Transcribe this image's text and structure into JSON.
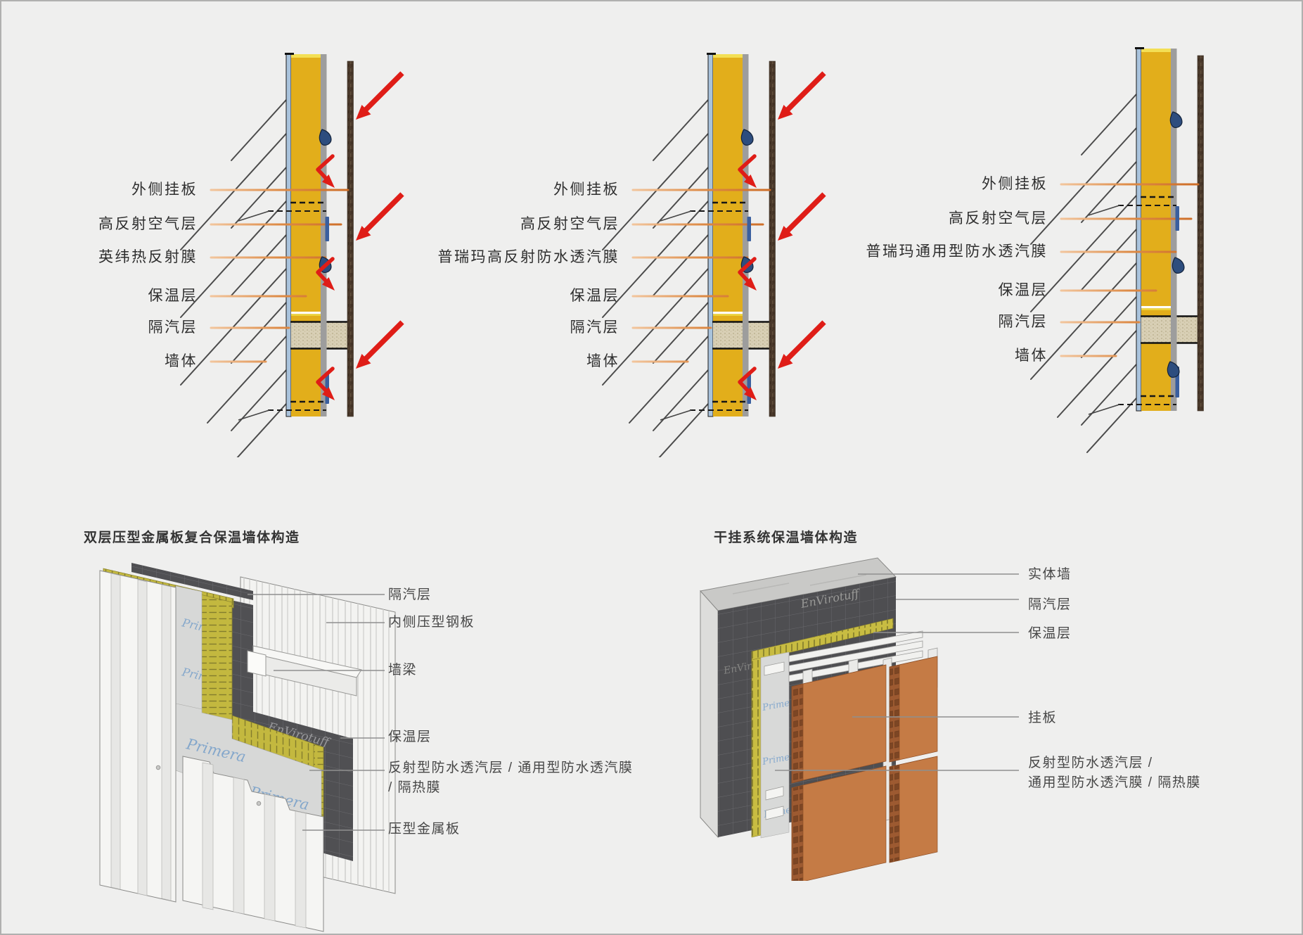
{
  "top_diagrams": [
    {
      "labels": [
        "外侧挂板",
        "高反射空气层",
        "英纬热反射膜",
        "保温层",
        "隔汽层",
        "墙体"
      ]
    },
    {
      "labels": [
        "外侧挂板",
        "高反射空气层",
        "普瑞玛高反射防水透汽膜",
        "保温层",
        "隔汽层",
        "墙体"
      ]
    },
    {
      "labels": [
        "外侧挂板",
        "高反射空气层",
        "普瑞玛通用型防水透汽膜",
        "保温层",
        "隔汽层",
        "墙体"
      ]
    }
  ],
  "bottom_left": {
    "title": "双层压型金属板复合保温墙体构造",
    "labels": {
      "vapor": "隔汽层",
      "inner_panel": "内侧压型钢板",
      "beam": "墙梁",
      "insulation": "保温层",
      "membrane_line1": "反射型防水透汽层 / 通用型防水透汽膜",
      "membrane_line2": "/ 隔热膜",
      "metal_panel": "压型金属板"
    },
    "watermarks": {
      "membrane_brand": "Primera",
      "barrier_brand": "EnVirotuff"
    }
  },
  "bottom_right": {
    "title": "干挂系统保温墙体构造",
    "labels": {
      "solid_wall": "实体墙",
      "vapor": "隔汽层",
      "insulation": "保温层",
      "cladding": "挂板",
      "membrane_line1": "反射型防水透汽层 /",
      "membrane_line2": "通用型防水透汽膜 / 隔热膜"
    },
    "watermarks": {
      "membrane_brand": "Primera",
      "barrier_brand": "EnVirotuff"
    }
  },
  "colors": {
    "background": "#efefee",
    "insulation_yellow": "#e2ae1b",
    "insulation_olive": "#c3b83f",
    "vapor_blue": "#a9c3dc",
    "membrane_gray": "#9d9d9d",
    "cladding_brown": "#4a392b",
    "beam_beige": "#d8cfb5",
    "heat_arrow_red": "#df1d17",
    "droplet_blue": "#2d4d7e",
    "leader_orange": "#d4782f",
    "panel_orange": "#c07845",
    "barrier_dark": "#4d4d50",
    "watermark_blue": "#85a8cc"
  }
}
